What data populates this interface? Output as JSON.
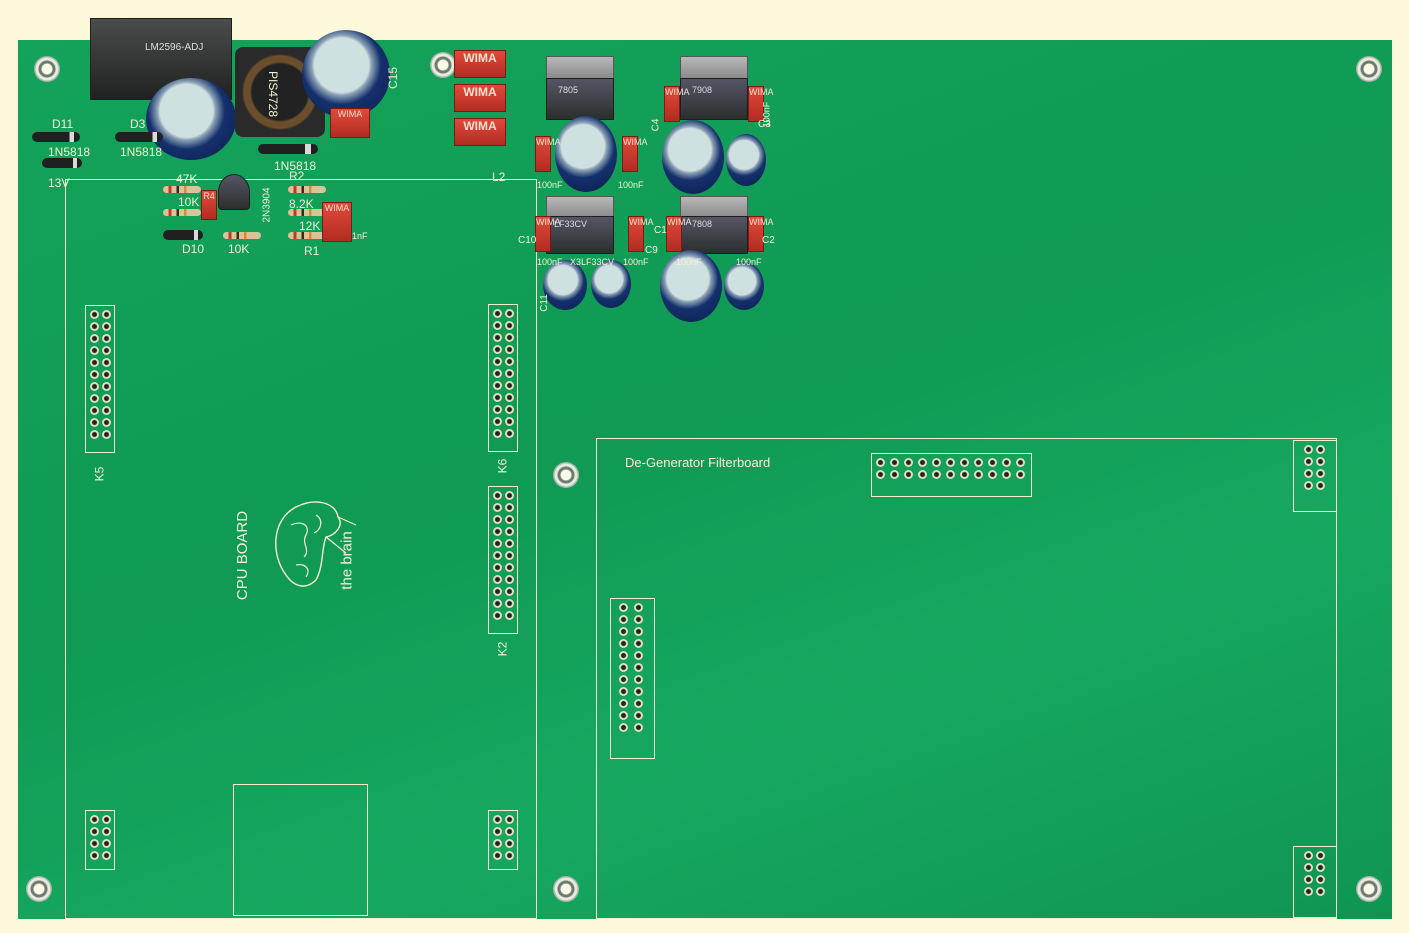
{
  "labels": {
    "lm2596": "LM2596-ADJ",
    "pis": "PIS4728",
    "d11": "D11",
    "d3": "D3",
    "d_1n5818_a": "1N5818",
    "d_1n5818_b": "1N5818",
    "d_1n5818_c": "1N5818",
    "v13": "13V",
    "c15": "C15",
    "l2": "L2",
    "r_47k": "47K",
    "r_10k_a": "10K",
    "r_10k_b": "10K",
    "r_12k": "12K",
    "r_82k": "8.2K",
    "q_2n3904": "2N3904",
    "r2": "R2",
    "r1": "R1",
    "d10": "D10",
    "nf1": "1nF",
    "reg_7805": "7805",
    "reg_7908": "7908",
    "reg_lf33": "LF33CV",
    "reg_7808": "7808",
    "lf33_lbl": "LF33CV",
    "c4": "C4",
    "c3": "C3",
    "c10": "C10",
    "c9": "C9",
    "c2": "C2",
    "c1": "C1",
    "c11": "C11",
    "nf100_a": "100nF",
    "nf100_b": "100nF",
    "nf100_c": "100nF",
    "nf100_d": "100nF",
    "nf100_e": "100nF",
    "nf100_f": "100nF",
    "nf100_g": "100nF",
    "x3": "X3",
    "k5": "K5",
    "k6": "K6",
    "k2": "K2",
    "cpu_board": "CPU BOARD",
    "the_brain": "the brain",
    "filterboard": "De-Generator Filterboard",
    "wima": "WIMA",
    "wima_big": "WIMA",
    "r4": "R4"
  }
}
